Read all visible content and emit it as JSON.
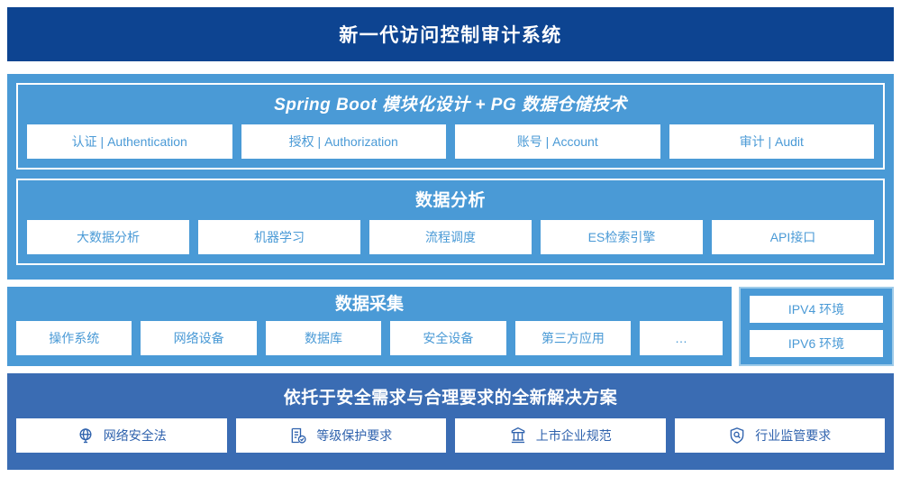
{
  "header": {
    "title": "新一代访问控制审计系统",
    "bg_color": "#0d4491",
    "text_color": "#ffffff"
  },
  "theme": {
    "panel_blue": "#4a9ad6",
    "solution_blue": "#3a6cb3",
    "chip_bg": "#ffffff",
    "chip_text": "#4a9ad6",
    "solution_chip_text": "#2f62ad"
  },
  "platform": {
    "sections": [
      {
        "title": "Spring Boot 模块化设计 + PG 数据仓储技术",
        "italic": true,
        "items": [
          {
            "label": "认证 | Authentication"
          },
          {
            "label": "授权 | Authorization"
          },
          {
            "label": "账号 | Account"
          },
          {
            "label": "审计 | Audit"
          }
        ]
      },
      {
        "title": "数据分析",
        "italic": false,
        "items": [
          {
            "label": "大数据分析"
          },
          {
            "label": "机器学习"
          },
          {
            "label": "流程调度"
          },
          {
            "label": "ES检索引擎"
          },
          {
            "label": "API接口"
          }
        ]
      }
    ]
  },
  "collection": {
    "title": "数据采集",
    "items": [
      {
        "label": "操作系统"
      },
      {
        "label": "网络设备"
      },
      {
        "label": "数据库"
      },
      {
        "label": "安全设备"
      },
      {
        "label": "第三方应用"
      },
      {
        "label": "…"
      }
    ]
  },
  "environment": {
    "items": [
      {
        "label": "IPV4 环境"
      },
      {
        "label": "IPV6 环境"
      }
    ]
  },
  "solution": {
    "title": "依托于安全需求与合理要求的全新解决方案",
    "items": [
      {
        "label": "网络安全法",
        "icon": "globe-icon"
      },
      {
        "label": "等级保护要求",
        "icon": "document-check-icon"
      },
      {
        "label": "上市企业规范",
        "icon": "bank-building-icon"
      },
      {
        "label": "行业监管要求",
        "icon": "shield-search-icon"
      }
    ]
  }
}
